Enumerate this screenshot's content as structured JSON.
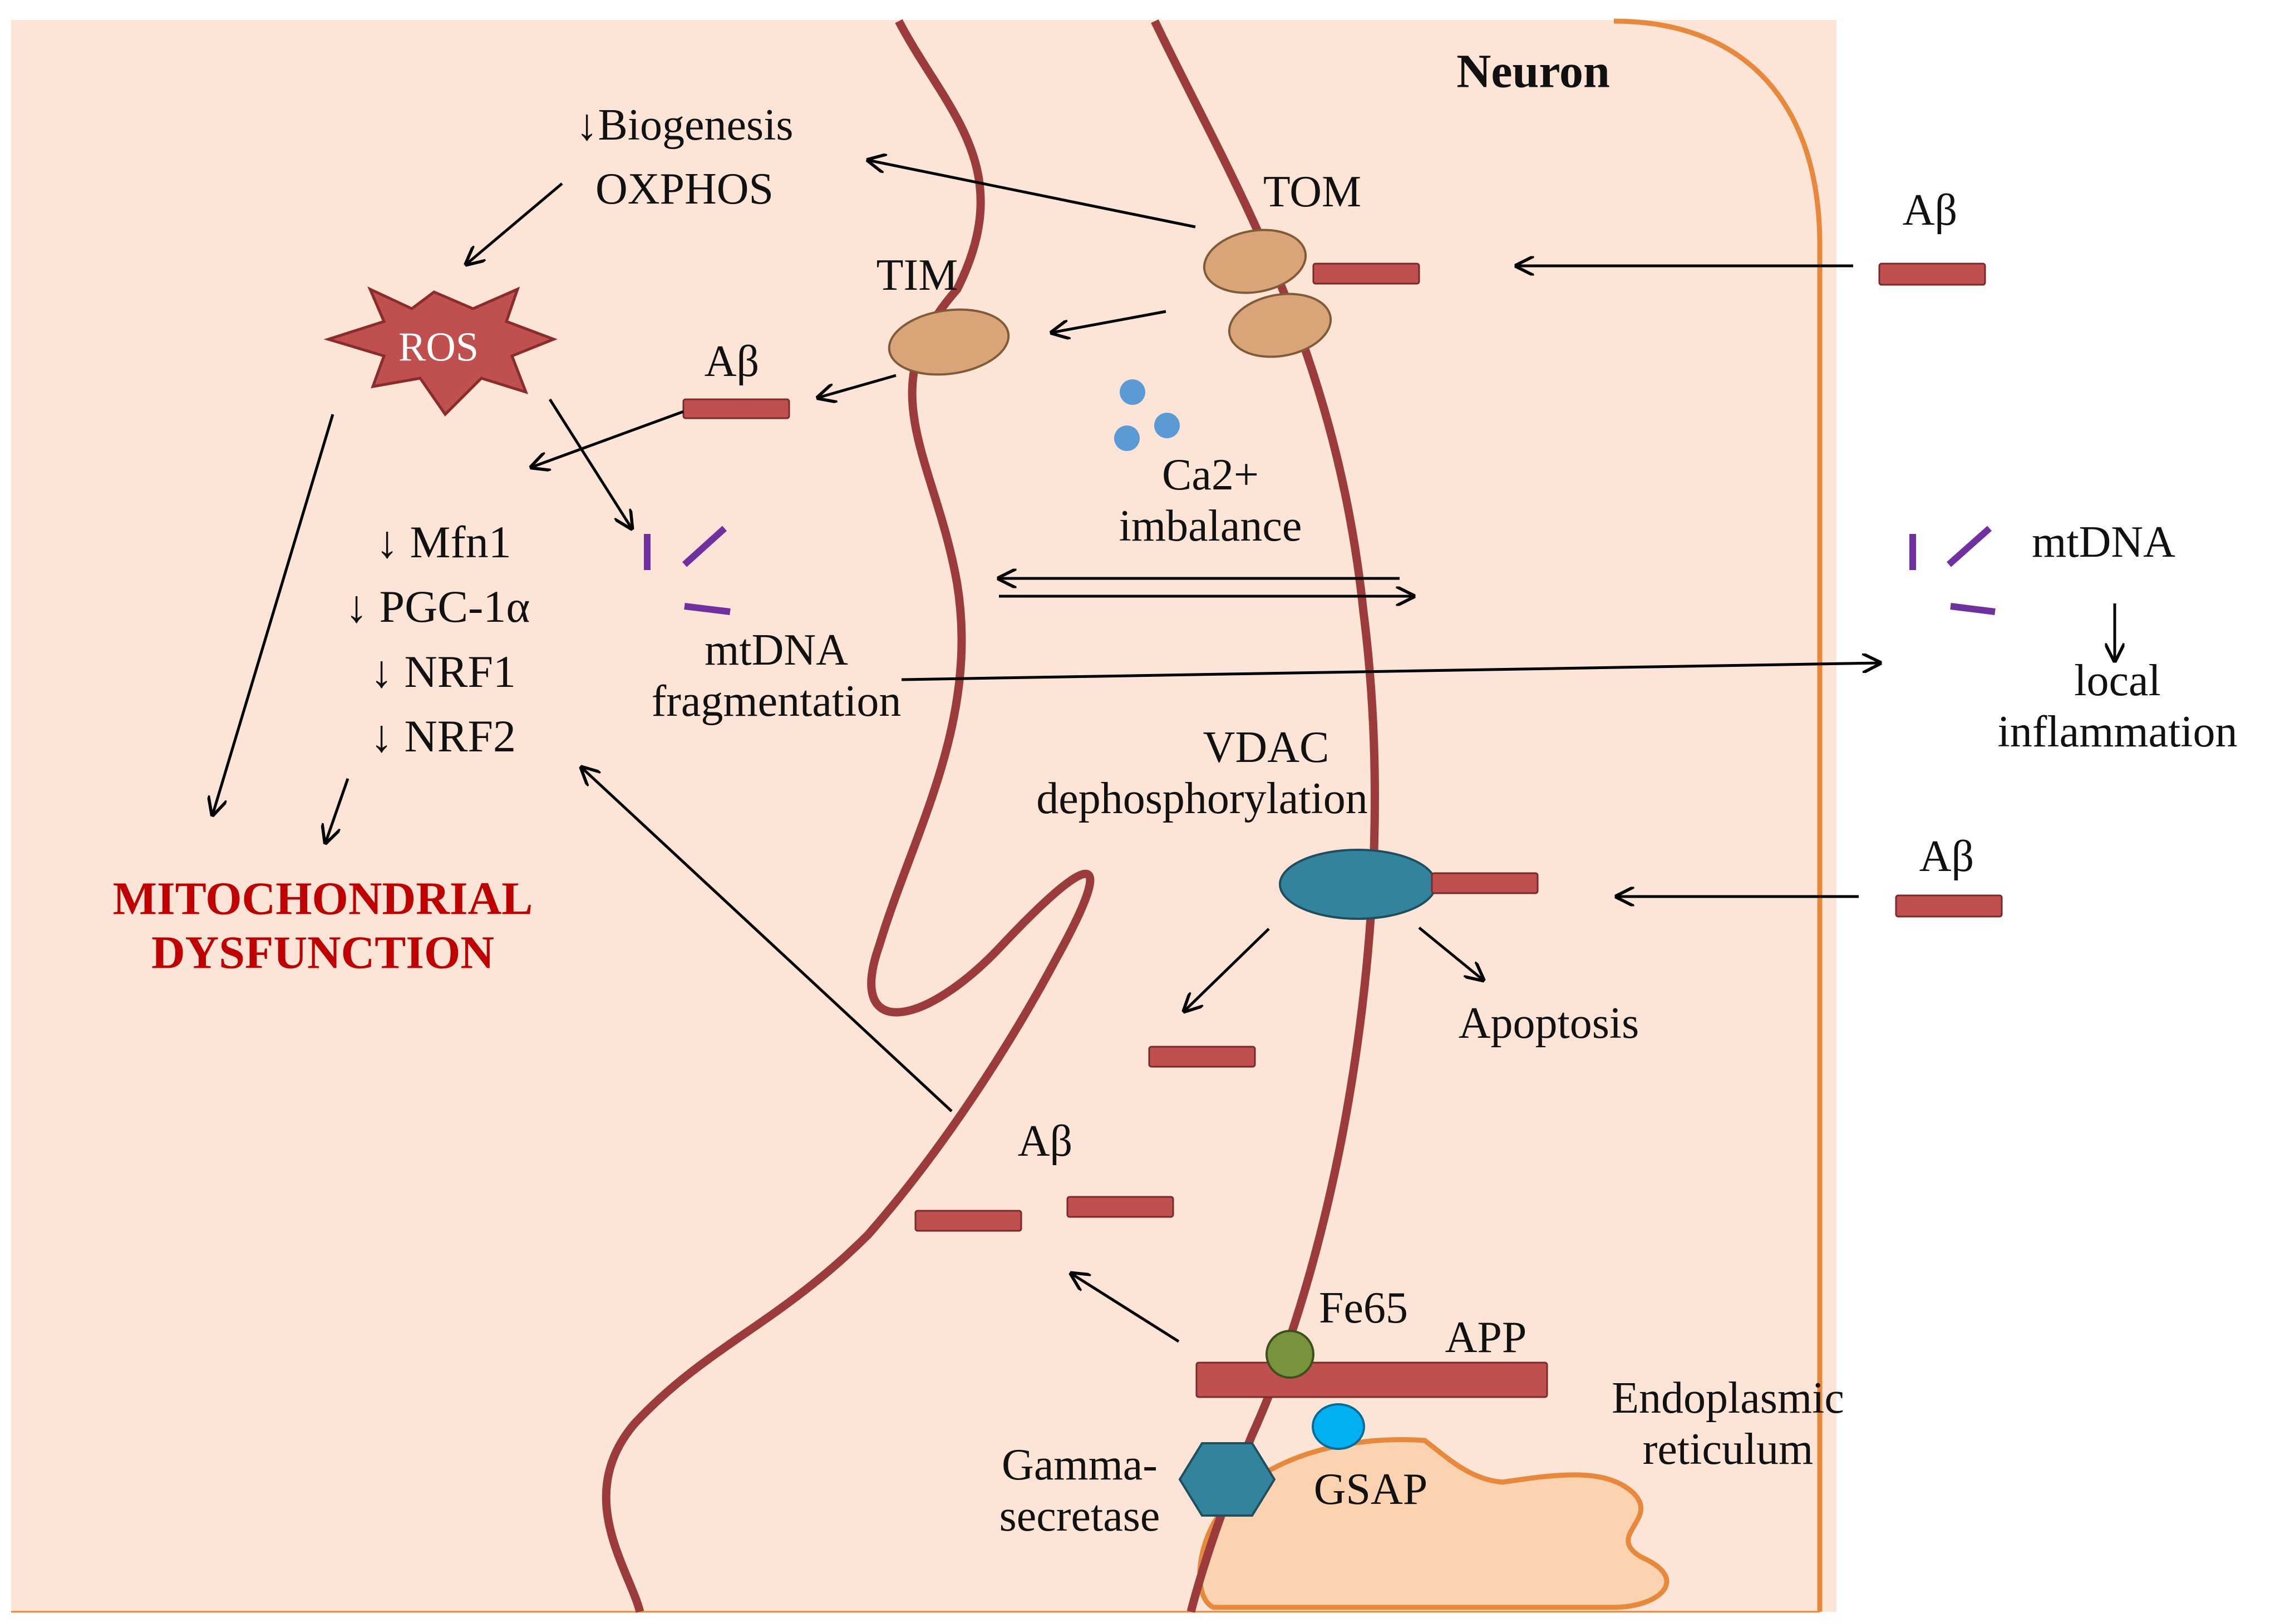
{
  "cell": {
    "title": "Neuron"
  },
  "labels": {
    "biogenesis": "↓Biogenesis",
    "oxphos": "OXPHOS",
    "ros": "ROS",
    "tom": "TOM",
    "tim": "TIM",
    "abeta": "Aβ",
    "ca_line1": "Ca2+",
    "ca_line2": "imbalance",
    "mtdna_frag_line1": "mtDNA",
    "mtdna_frag_line2": "fragmentation",
    "mtdna_out": "mtDNA",
    "local_inflammation_line1": "local",
    "local_inflammation_line2": "inflammation",
    "vdac_line1": "VDAC",
    "vdac_line2": "dephosphorylation",
    "apoptosis": "Apoptosis",
    "fe65": "Fe65",
    "app": "APP",
    "er_line1": "Endoplasmic",
    "er_line2": "reticulum",
    "gamma_line1": "Gamma-",
    "gamma_line2": "secretase",
    "gsap": "GSAP",
    "dysfunction_line1": "MITOCHONDRIAL",
    "dysfunction_line2": "DYSFUNCTION"
  },
  "downregulated": [
    "↓ Mfn1",
    "↓ PGC-1α",
    "↓ NRF1",
    "↓ NRF2"
  ],
  "colors": {
    "background": "#fce5d6",
    "cell_border": "#e8883a",
    "membrane": "#9b3b3b",
    "abeta_bar": "#c0504d",
    "tom_tim": "#d9a578",
    "vdac": "#31849b",
    "ca_dots": "#5b9bd5",
    "mtdna": "#7030a0",
    "fe65": "#77933c",
    "gsap": "#00b0f0",
    "gamma_secretase": "#31849b",
    "er": "#fbd3b0",
    "ros_star": "#c0504d",
    "dysfunction_text": "#c00000"
  }
}
